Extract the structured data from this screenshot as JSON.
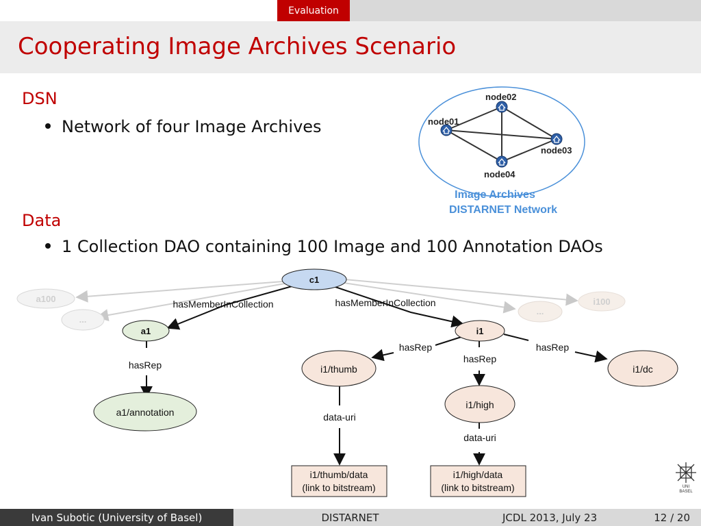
{
  "header": {
    "section_tab": "Evaluation"
  },
  "slide": {
    "title": "Cooperating Image Archives Scenario",
    "sections": [
      {
        "heading": "DSN",
        "bullet": "Network of four Image Archives"
      },
      {
        "heading": "Data",
        "bullet": "1 Collection DAO containing 100 Image and 100 Annotation DAOs"
      }
    ]
  },
  "network": {
    "nodes": [
      "node01",
      "node02",
      "node03",
      "node04"
    ],
    "caption_line1": "Image Archives",
    "caption_line2": "DISTARNET Network"
  },
  "diagram": {
    "nodes": {
      "c1": "c1",
      "a100": "a100",
      "a_more": "...",
      "a1": "a1",
      "a1_annotation": "a1/annotation",
      "i_more": "...",
      "i100": "i100",
      "i1": "i1",
      "i1_thumb": "i1/thumb",
      "i1_high": "i1/high",
      "i1_dc": "i1/dc",
      "i1_thumb_data_l1": "i1/thumb/data",
      "i1_thumb_data_l2": "(link to bitstream)",
      "i1_high_data_l1": "i1/high/data",
      "i1_high_data_l2": "(link to bitstream)"
    },
    "edges": {
      "has_member_left": "hasMemberInCollection",
      "has_member_right": "hasMemberInCollection",
      "a1_hasrep": "hasRep",
      "i1_hasrep_thumb": "hasRep",
      "i1_hasrep_high": "hasRep",
      "i1_hasrep_dc": "hasRep",
      "thumb_datauri": "data-uri",
      "high_datauri": "data-uri"
    },
    "colors": {
      "collection_fill": "#c6d9f1",
      "annotation_fill": "#e4efdc",
      "image_fill": "#f7e6dc",
      "faded": "#d8d8d8",
      "network_ring": "#4a90d9",
      "accent": "#c00000"
    }
  },
  "footer": {
    "author": "Ivan Subotic  (University of Basel)",
    "short_title": "DISTARNET",
    "date": "JCDL 2013, July 23",
    "page": "12 / 20"
  },
  "logo_text": "UNI BASEL"
}
